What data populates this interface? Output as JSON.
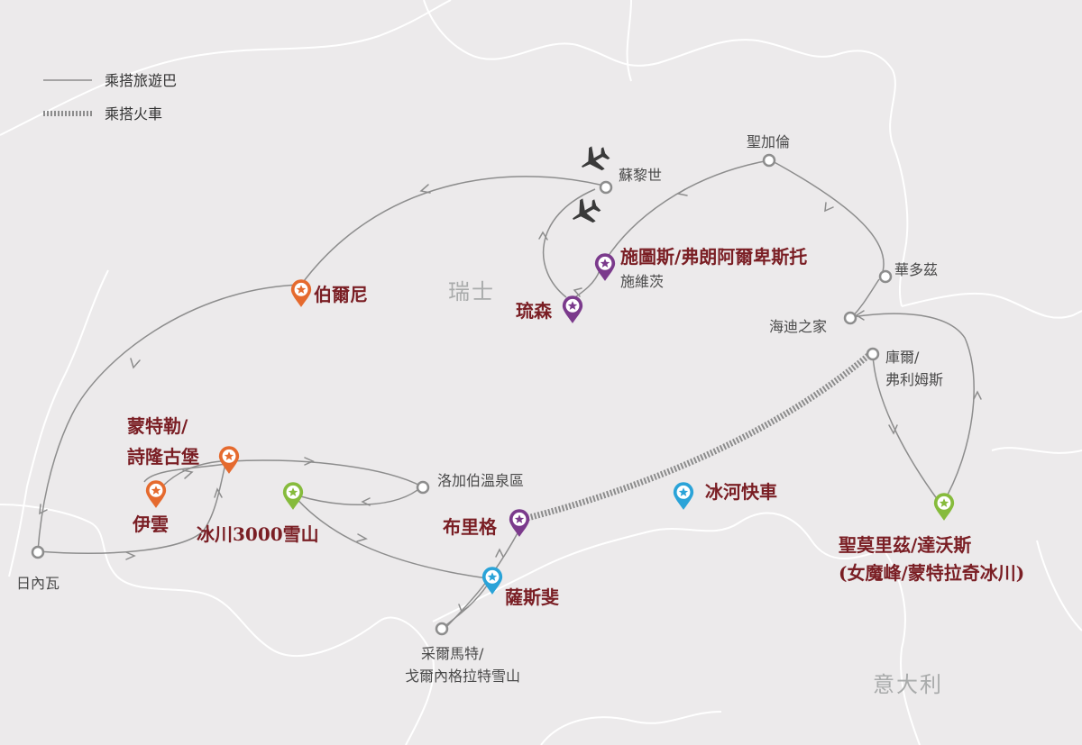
{
  "legend": {
    "coach": "乘搭旅遊巴",
    "rail": "乘搭火車"
  },
  "countries": {
    "switzerland": "瑞士",
    "italy": "意大利"
  },
  "cities": {
    "zurich": "蘇黎世",
    "st_gallen": "聖加倫",
    "davos": "華多茲",
    "heidiland": "海迪之家",
    "chur_1": "庫爾/",
    "chur_2": "弗利姆斯",
    "schwyz": "施維茨",
    "leukerbad": "洛加伯溫泉區",
    "geneva": "日內瓦",
    "zermatt_1": "采爾馬特/",
    "zermatt_2": "戈爾內格拉特雪山"
  },
  "stops": {
    "stoos": "施圖斯/弗朗阿爾卑斯托",
    "lucerne": "琉森",
    "bern": "伯爾尼",
    "montreux_1": "蒙特勒/",
    "montreux_2": "詩隆古堡",
    "yvoire": "伊雲",
    "glacier3000": "冰川3000雪山",
    "brig": "布里格",
    "saas_fee": "薩斯斐",
    "glacier_express": "冰河快車",
    "st_moritz_1": "聖莫里茲/達沃斯",
    "st_moritz_2": "(女魔峰/蒙特拉奇冰川)"
  },
  "colors": {
    "purple": "#7b3a8c",
    "orange": "#e56a2e",
    "green": "#86bb3c",
    "blue": "#2aa3d8",
    "stop_text": "#7a1e24",
    "route": "#8d8d8d"
  },
  "icons": {
    "pin": "star-pin-icon",
    "airport": "airplane-icon",
    "city": "city-dot-icon"
  }
}
